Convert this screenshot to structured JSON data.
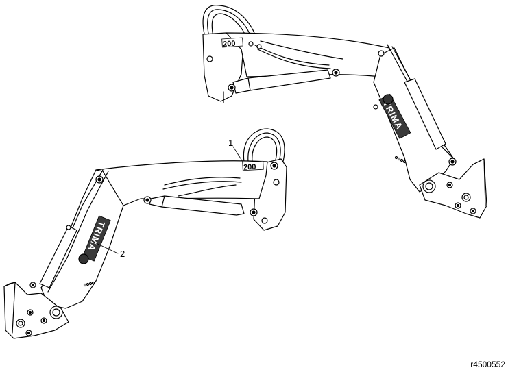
{
  "diagram": {
    "model_badge": "200",
    "brand_logo": "TRIMA",
    "callouts": [
      {
        "id": "1",
        "label": "1"
      },
      {
        "id": "2",
        "label": "2"
      }
    ],
    "reference_code": "r4500552"
  },
  "colors": {
    "line": "#000000",
    "fill": "#ffffff",
    "logo_bg": "#3a3a3a"
  }
}
